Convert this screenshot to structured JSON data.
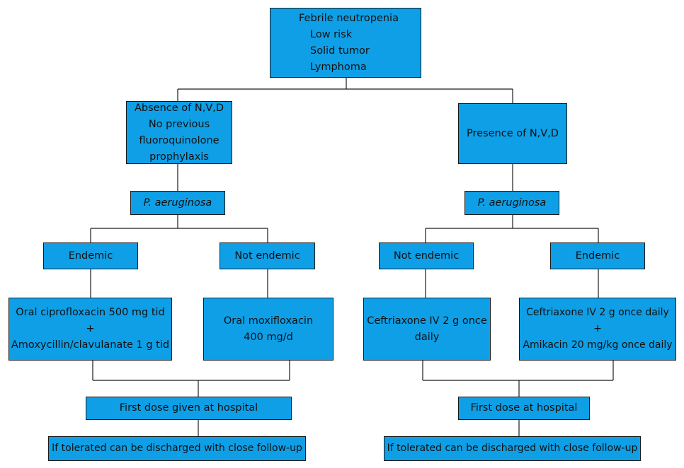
{
  "root": {
    "lines": [
      "Febrile neutropenia",
      "Low risk",
      "Solid tumor",
      "Lymphoma"
    ]
  },
  "left": {
    "condition": [
      "Absence of N,V,D",
      "No previous",
      "fluoroquinolone",
      "prophylaxis"
    ],
    "organism": "P. aeruginosa",
    "endemic": {
      "label": "Endemic",
      "treatment": [
        "Oral ciprofloxacin 500 mg tid",
        "+",
        "Amoxycillin/clavulanate 1 g tid"
      ]
    },
    "not_endemic": {
      "label": "Not endemic",
      "treatment": [
        "Oral moxifloxacin",
        "400 mg/d"
      ]
    },
    "first_dose": "First dose given at hospital",
    "discharge": "If tolerated can be discharged with close follow-up"
  },
  "right": {
    "condition": "Presence of N,V,D",
    "organism": "P. aeruginosa",
    "not_endemic": {
      "label": "Not endemic",
      "treatment": [
        "Ceftriaxone IV 2 g once",
        "daily"
      ]
    },
    "endemic": {
      "label": "Endemic",
      "treatment": [
        "Ceftriaxone IV 2 g once daily",
        "+",
        "Amikacin 20 mg/kg once daily"
      ]
    },
    "first_dose": "First dose at hospital",
    "discharge": "If tolerated can be discharged with close follow-up"
  },
  "colors": {
    "box_fill": "#0e9fe6",
    "box_border": "#1a1a1a",
    "connector": "#1a1a1a"
  }
}
